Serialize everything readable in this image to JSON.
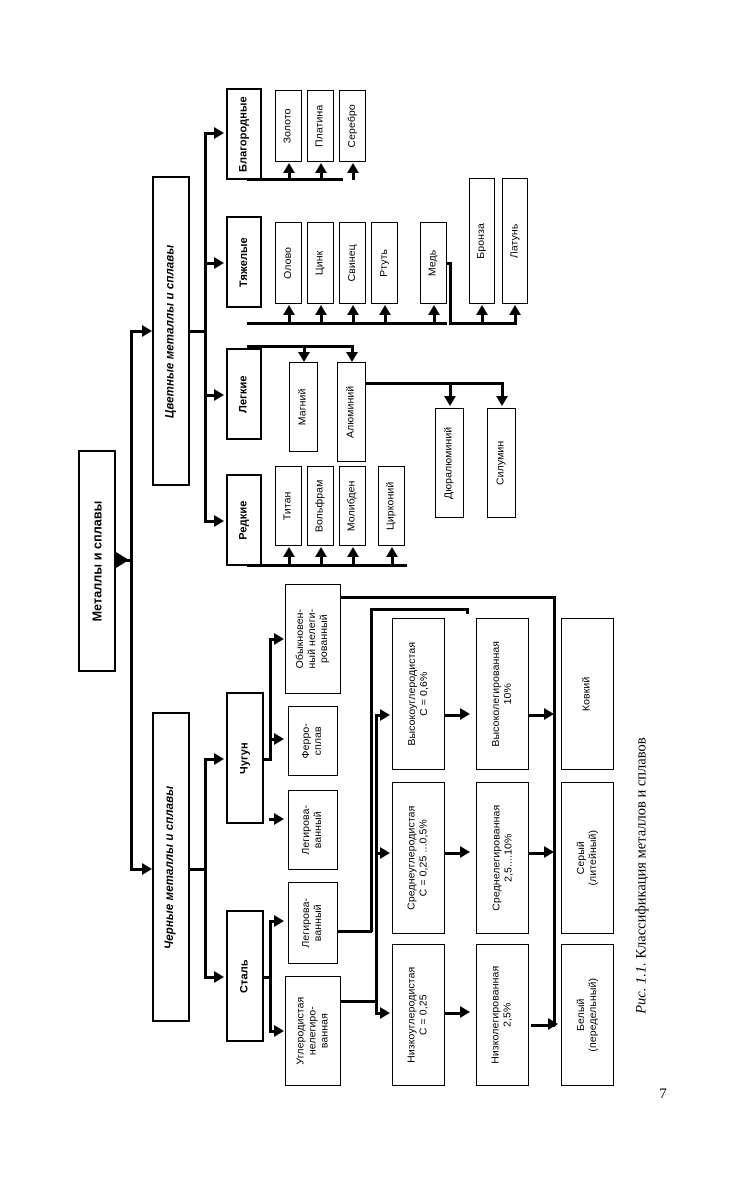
{
  "figure": {
    "caption_prefix": "Рис. 1.1.",
    "caption_text": " Классификация металлов и сплавов",
    "page_number": "7"
  },
  "root": {
    "label": "Металлы и сплавы"
  },
  "branches": {
    "nonferrous": {
      "label": "Цветные металлы и сплавы"
    },
    "ferrous": {
      "label": "Черные металлы и сплавы"
    }
  },
  "nonferrous_groups": [
    {
      "label": "Благородные"
    },
    {
      "label": "Тяжелые"
    },
    {
      "label": "Легкие"
    },
    {
      "label": "Редкие"
    }
  ],
  "noble_metals": [
    {
      "label": "Золото"
    },
    {
      "label": "Платина"
    },
    {
      "label": "Серебро"
    }
  ],
  "heavy_metals": [
    {
      "label": "Олово"
    },
    {
      "label": "Цинк"
    },
    {
      "label": "Свинец"
    },
    {
      "label": "Ртуть"
    },
    {
      "label": "Медь"
    }
  ],
  "copper_alloys": [
    {
      "label": "Бронза"
    },
    {
      "label": "Латунь"
    }
  ],
  "light_metals": [
    {
      "label": "Магний"
    },
    {
      "label": "Алюминий"
    }
  ],
  "aluminium_alloys": [
    {
      "label": "Дюралюминий"
    },
    {
      "label": "Силумин"
    }
  ],
  "rare_metals": [
    {
      "label": "Титан"
    },
    {
      "label": "Вольфрам"
    },
    {
      "label": "Молибден"
    },
    {
      "label": "Цирконий"
    }
  ],
  "ferrous_groups": [
    {
      "label": "Чугун"
    },
    {
      "label": "Сталь"
    }
  ],
  "cast_iron_types": [
    {
      "label": "Обыкновен-\nный нелеги-\nрованный"
    },
    {
      "label": "Ферро-\nсплав"
    },
    {
      "label": "Легирова-\nванный"
    }
  ],
  "steel_types": [
    {
      "label": "Легирова-\nванный"
    },
    {
      "label": "Углеродистая\nнелегиро-\nванная"
    }
  ],
  "carbon_content": [
    {
      "label": "Высокоуглеродистая\nC = 0,6%"
    },
    {
      "label": "Среднеуглеродистая\nC = 0,25 ...0,5%"
    },
    {
      "label": "Низкоуглеродистая\nC = 0,25"
    }
  ],
  "alloy_content": [
    {
      "label": "Высоколегированная\n10%"
    },
    {
      "label": "Среднелегированная\n2,5....10%"
    },
    {
      "label": "Низколегированная\n2,5%"
    }
  ],
  "cast_iron_kinds": [
    {
      "label": "Ковкий"
    },
    {
      "label": "Серый\n(литейный)"
    },
    {
      "label": "Белый\n(передельный)"
    }
  ],
  "colors": {
    "line": "#000000",
    "background": "#ffffff"
  }
}
